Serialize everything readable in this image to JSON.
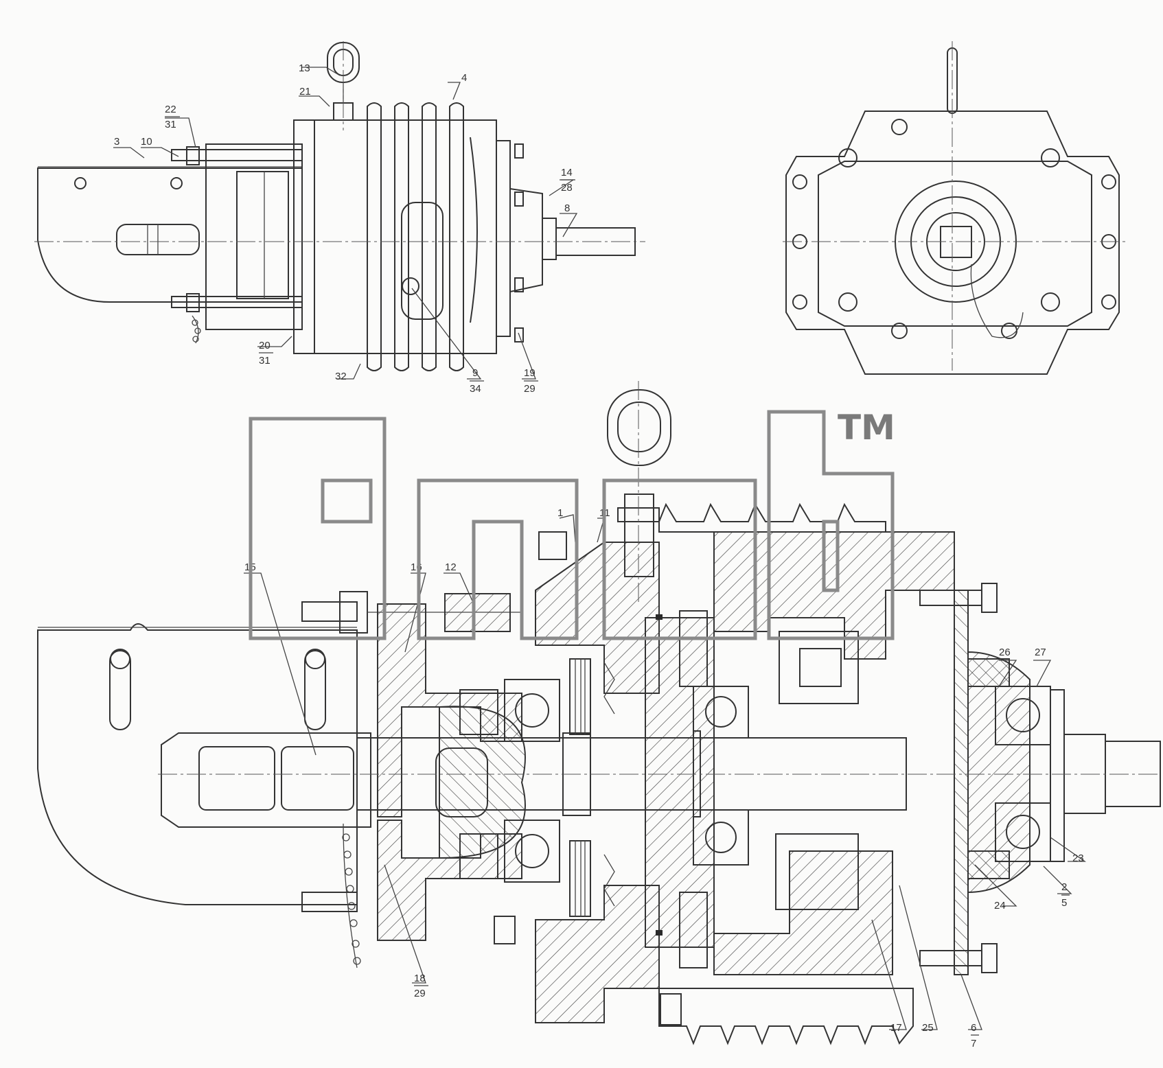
{
  "callouts": [
    {
      "id": "c13",
      "text": "13"
    },
    {
      "id": "c21",
      "text": "21"
    },
    {
      "id": "c4",
      "text": "4"
    },
    {
      "id": "c22",
      "text": "22"
    },
    {
      "id": "c31a",
      "text": "31"
    },
    {
      "id": "c3",
      "text": "3"
    },
    {
      "id": "c10",
      "text": "10"
    },
    {
      "id": "c14",
      "text": "14"
    },
    {
      "id": "c28",
      "text": "28"
    },
    {
      "id": "c8",
      "text": "8"
    },
    {
      "id": "c20",
      "text": "20"
    },
    {
      "id": "c31b",
      "text": "31"
    },
    {
      "id": "c32",
      "text": "32"
    },
    {
      "id": "c9",
      "text": "9"
    },
    {
      "id": "c34",
      "text": "34"
    },
    {
      "id": "c19",
      "text": "19"
    },
    {
      "id": "c29a",
      "text": "29"
    },
    {
      "id": "c1",
      "text": "1"
    },
    {
      "id": "c11",
      "text": "11"
    },
    {
      "id": "c15",
      "text": "15"
    },
    {
      "id": "c16",
      "text": "16"
    },
    {
      "id": "c12",
      "text": "12"
    },
    {
      "id": "c26",
      "text": "26"
    },
    {
      "id": "c27",
      "text": "27"
    },
    {
      "id": "c23",
      "text": "23"
    },
    {
      "id": "c2",
      "text": "2"
    },
    {
      "id": "c5",
      "text": "5"
    },
    {
      "id": "c24",
      "text": "24"
    },
    {
      "id": "c18",
      "text": "18"
    },
    {
      "id": "c29b",
      "text": "29"
    },
    {
      "id": "c17",
      "text": "17"
    },
    {
      "id": "c25",
      "text": "25"
    },
    {
      "id": "c6",
      "text": "6"
    },
    {
      "id": "c7",
      "text": "7"
    }
  ],
  "watermark": {
    "brand": "ЭТСЬ",
    "trademark": "TM"
  },
  "colors": {
    "line": "#333333",
    "watermark": "#8a8a8a",
    "background": "#fbfbfa"
  }
}
